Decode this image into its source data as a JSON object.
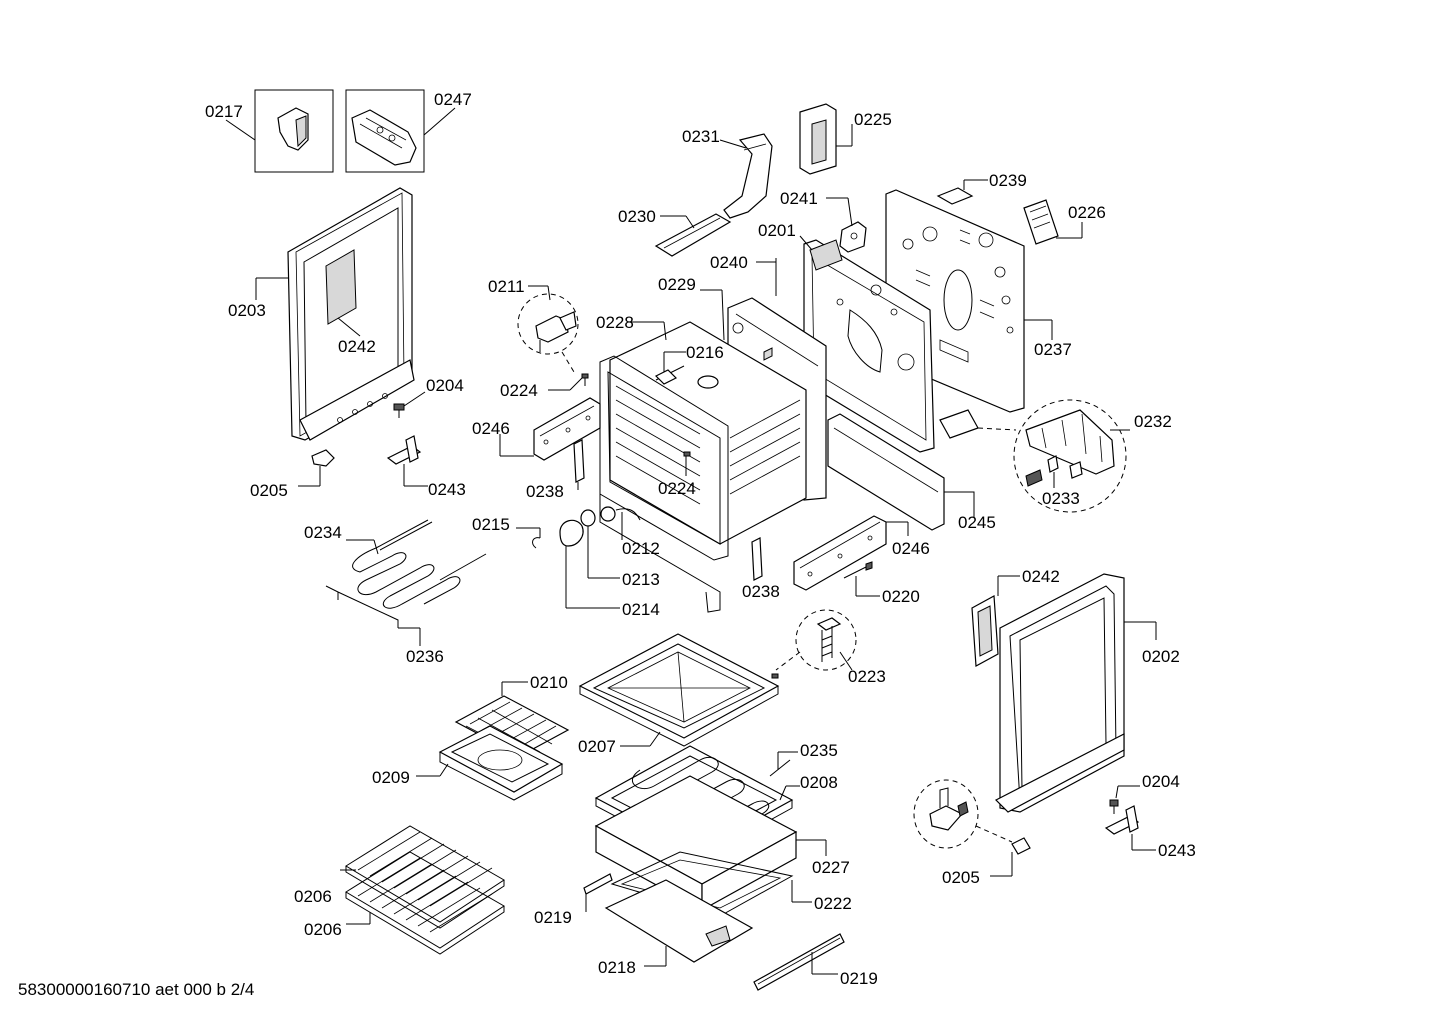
{
  "footer": "58300000160710 aet 000 b 2/4",
  "labels": {
    "p0217": "0217",
    "p0247": "0247",
    "p0231": "0231",
    "p0225": "0225",
    "p0239": "0239",
    "p0226": "0226",
    "p0241": "0241",
    "p0230": "0230",
    "p0201": "0201",
    "p0240": "0240",
    "p0229": "0229",
    "p0211": "0211",
    "p0228": "0228",
    "p0203": "0203",
    "p0242a": "0242",
    "p0216": "0216",
    "p0237": "0237",
    "p0224a": "0224",
    "p0204a": "0204",
    "p0246a": "0246",
    "p0232": "0232",
    "p0238a": "0238",
    "p0224b": "0224",
    "p0233": "0233",
    "p0205a": "0205",
    "p0243a": "0243",
    "p0245": "0245",
    "p0215": "0215",
    "p0234": "0234",
    "p0212": "0212",
    "p0246b": "0246",
    "p0213": "0213",
    "p0242b": "0242",
    "p0238b": "0238",
    "p0220": "0220",
    "p0214": "0214",
    "p0202": "0202",
    "p0236": "0236",
    "p0223": "0223",
    "p0210": "0210",
    "p0207": "0207",
    "p0235": "0235",
    "p0209": "0209",
    "p0208": "0208",
    "p0204b": "0204",
    "p0243b": "0243",
    "p0227": "0227",
    "p0205b": "0205",
    "p0206a": "0206",
    "p0222": "0222",
    "p0219a": "0219",
    "p0206b": "0206",
    "p0218": "0218",
    "p0219b": "0219"
  }
}
